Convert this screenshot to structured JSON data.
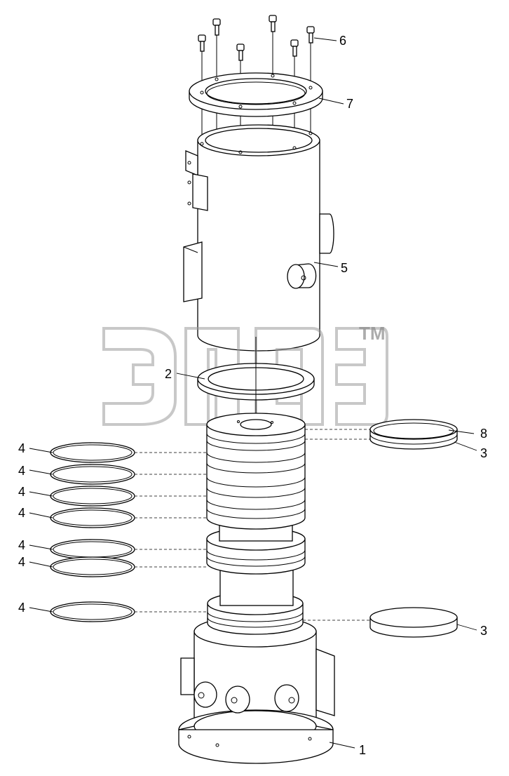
{
  "watermark": {
    "logo": "ЭПД",
    "trademark": "TM"
  },
  "callouts": [
    {
      "id": "c6",
      "label": "6"
    },
    {
      "id": "c7",
      "label": "7"
    },
    {
      "id": "c5",
      "label": "5"
    },
    {
      "id": "c2",
      "label": "2"
    },
    {
      "id": "c8",
      "label": "8"
    },
    {
      "id": "c3a",
      "label": "3"
    },
    {
      "id": "c4a",
      "label": "4"
    },
    {
      "id": "c4b",
      "label": "4"
    },
    {
      "id": "c4c",
      "label": "4"
    },
    {
      "id": "c4d",
      "label": "4"
    },
    {
      "id": "c4e",
      "label": "4"
    },
    {
      "id": "c4f",
      "label": "4"
    },
    {
      "id": "c4g",
      "label": "4"
    },
    {
      "id": "c3b",
      "label": "3"
    },
    {
      "id": "c1",
      "label": "1"
    }
  ]
}
